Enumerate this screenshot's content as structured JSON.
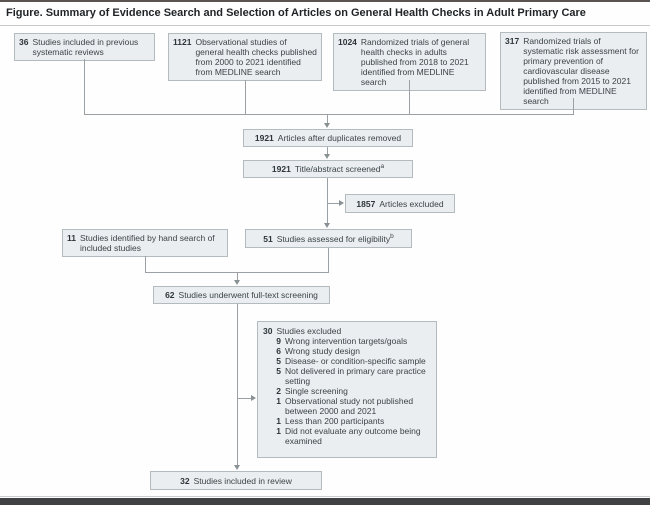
{
  "title": "Figure. Summary of Evidence Search and Selection of Articles on General Health Checks in Adult Primary Care",
  "colors": {
    "box_fill": "#eaeef0",
    "box_border": "#b4bbbe",
    "connector_line": "#9aa0a3",
    "number_text": "#2d353a",
    "body_text": "#3c4347"
  },
  "nodes": {
    "prev_reviews": {
      "num": "36",
      "label": "Studies included in previous systematic reviews"
    },
    "observational": {
      "num": "1121",
      "label": "Observational studies of general health checks published from 2000 to 2021 identified from MEDLINE search"
    },
    "rct_health_checks": {
      "num": "1024",
      "label": "Randomized trials of general health checks in adults published from 2018 to 2021 identified from MEDLINE search"
    },
    "rct_risk_assessment": {
      "num": "317",
      "label": "Randomized trials of systematic risk assessment for primary prevention of cardiovascular disease published from 2015 to 2021 identified from MEDLINE search"
    },
    "duplicates_removed": {
      "num": "1921",
      "label": "Articles after duplicates removed"
    },
    "title_abstract_screened": {
      "num": "1921",
      "label": "Title/abstract screened",
      "sup": "a"
    },
    "articles_excluded": {
      "num": "1857",
      "label": "Articles excluded"
    },
    "hand_search": {
      "num": "11",
      "label": "Studies identified by hand search of included studies"
    },
    "assessed_eligibility": {
      "num": "51",
      "label": "Studies assessed for eligibility",
      "sup": "b"
    },
    "full_text_screening": {
      "num": "62",
      "label": "Studies underwent full-text screening"
    },
    "excluded_detail": {
      "num": "30",
      "label": "Studies excluded",
      "items": [
        {
          "num": "9",
          "label": "Wrong intervention targets/goals"
        },
        {
          "num": "6",
          "label": "Wrong study design"
        },
        {
          "num": "5",
          "label": "Disease- or condition-specific sample"
        },
        {
          "num": "5",
          "label": "Not delivered in primary care practice setting"
        },
        {
          "num": "2",
          "label": "Single screening"
        },
        {
          "num": "1",
          "label": "Observational study not published between 2000 and 2021"
        },
        {
          "num": "1",
          "label": "Less than 200 participants"
        },
        {
          "num": "1",
          "label": "Did not evaluate any outcome being examined"
        }
      ]
    },
    "included_in_review": {
      "num": "32",
      "label": "Studies included in review"
    }
  }
}
